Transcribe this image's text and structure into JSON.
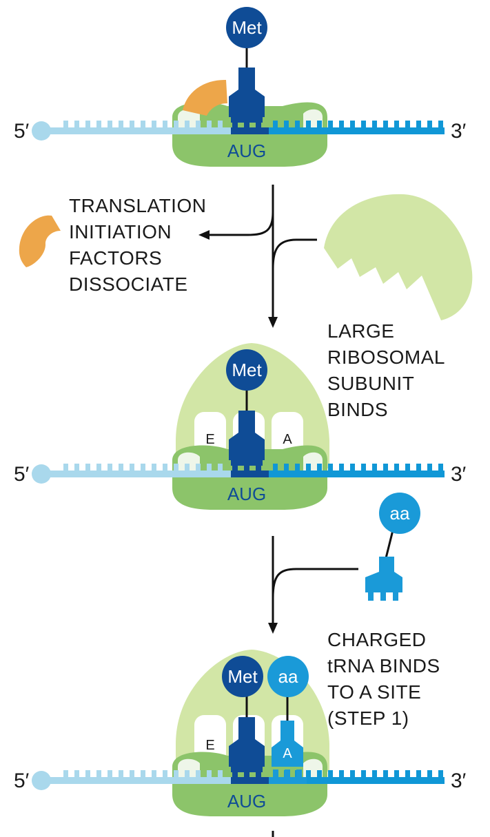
{
  "ends": {
    "five_prime": "5′",
    "three_prime": "3′"
  },
  "codon": "AUG",
  "amino_acids": {
    "met": "Met",
    "charged": "aa"
  },
  "sites": {
    "e": "E",
    "a": "A"
  },
  "steps": {
    "factors_dissociate": [
      "TRANSLATION",
      "INITIATION",
      "FACTORS",
      "DISSOCIATE"
    ],
    "large_subunit_binds": [
      "LARGE",
      "RIBOSOMAL",
      "SUBUNIT",
      "BINDS"
    ],
    "charged_trna_binds": [
      "CHARGED",
      "tRNA BINDS",
      "TO A SITE",
      "(STEP 1)"
    ]
  },
  "colors": {
    "mrna_light": "#a9d8ec",
    "mrna_dark": "#1097d6",
    "trna_met": "#0f4c96",
    "trna_aa": "#1a9ad8",
    "small_subunit": "#8cc46a",
    "large_subunit": "#d2e6a6",
    "initiation_factor": "#eda64a"
  }
}
